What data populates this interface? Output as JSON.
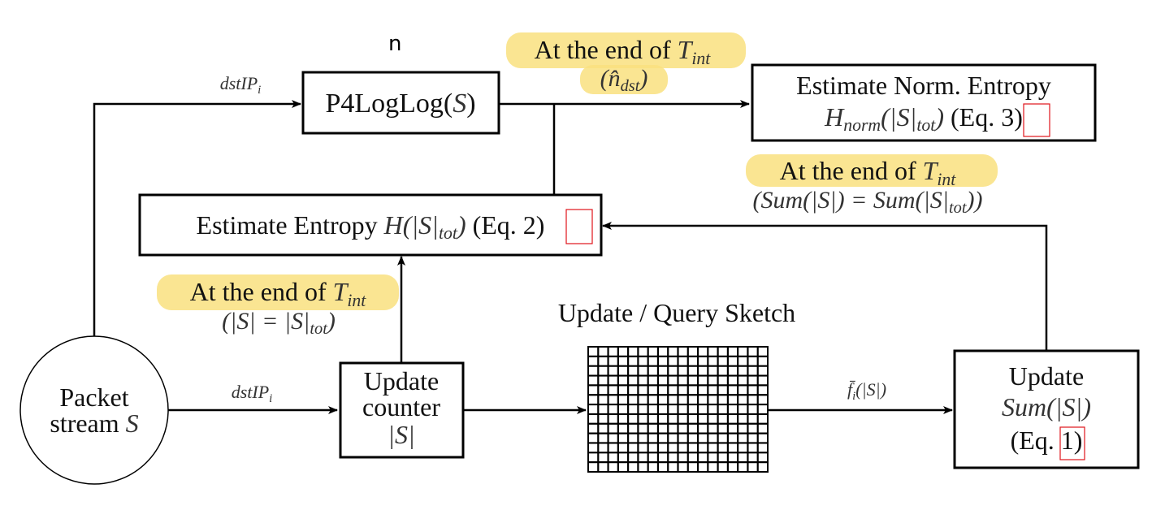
{
  "stray_label": "n",
  "packet_stream": {
    "line1": "Packet",
    "line2": "stream ",
    "var": "S"
  },
  "p4loglog": {
    "text": "P4LogLog(",
    "var": "S",
    "close": ")"
  },
  "estimate_norm": {
    "line1": "Estimate Norm. Entropy",
    "H": "H",
    "sub": "norm",
    "arg_open": "(|",
    "S": "S",
    "arg_mid": "|",
    "tot": "tot",
    "arg_close": ")",
    "eq_prefix": " (Eq. ",
    "eq_num": "3",
    "eq_suffix": ")"
  },
  "estimate_entropy": {
    "text": "Estimate Entropy ",
    "H": "H",
    "arg_open": "(|",
    "S": "S",
    "arg_mid": "|",
    "tot": "tot",
    "arg_close": ")",
    "eq_prefix": " (Eq. ",
    "eq_num": "2",
    "eq_suffix": ")"
  },
  "update_counter": {
    "line1": "Update",
    "line2": "counter",
    "line3": "|S|"
  },
  "update_sum": {
    "line1": "Update",
    "sum": "Sum",
    "arg": "(|",
    "S": "S",
    "arg_close": "|)",
    "eq_prefix": "(Eq. ",
    "eq_num": "1",
    "eq_suffix": ")"
  },
  "sketch_title": "Update / Query Sketch",
  "edge_labels": {
    "dstip_top": {
      "base": "dstIP",
      "sub": "i"
    },
    "dstip_bottom": {
      "base": "dstIP",
      "sub": "i"
    },
    "fbar": {
      "base": "f̄",
      "sub": "i",
      "rest": "(|S|)"
    }
  },
  "annotations": {
    "end_top": {
      "text": "At the end of ",
      "T": "T",
      "sub": "int",
      "note": "(n̂",
      "note_sub": "dst",
      "note_close": ")"
    },
    "end_right": {
      "text": "At the end of ",
      "T": "T",
      "sub": "int",
      "note_a": "(Sum(|S|) = Sum(|S|",
      "note_sub": "tot",
      "note_close": "))"
    },
    "end_left": {
      "text": "At the end of ",
      "T": "T",
      "sub": "int",
      "note_a": "(|S| = |S|",
      "note_sub": "tot",
      "note_close": ")"
    }
  },
  "colors": {
    "highlight": "#f9e07f",
    "ref_box": "#e0141c",
    "math": "#333333"
  }
}
